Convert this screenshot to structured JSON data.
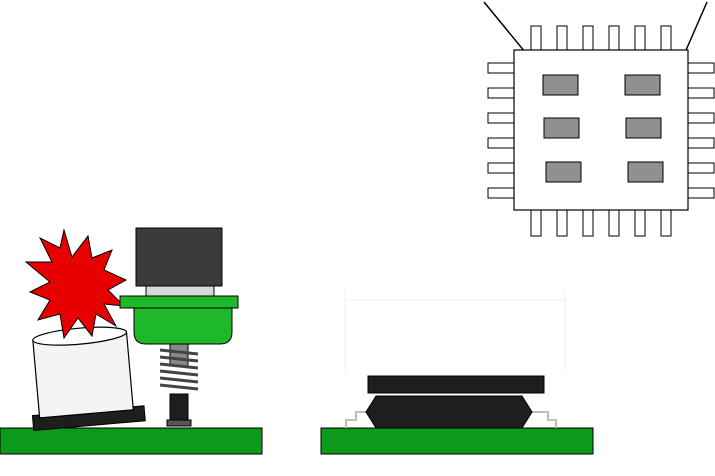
{
  "colors": {
    "pcb_green": "#0c9a1a",
    "nozzle_green": "#1fb82a",
    "nozzle_dark": "#128a1a",
    "motor_gray": "#3b3b3b",
    "collision_red": "#e60000",
    "component_black": "#1e1e1e",
    "chip_body": "#ffffff",
    "pad_gray": "#909090",
    "outline": "#000000"
  },
  "icons": {
    "collision": "collision-burst-icon",
    "spring": "compression-spring-icon"
  },
  "qfn_package": {
    "top_pins": 6,
    "bottom_pins": 6,
    "left_pins": 6,
    "right_pins": 6,
    "center_pad_rows": 3,
    "center_pad_cols": 2
  }
}
